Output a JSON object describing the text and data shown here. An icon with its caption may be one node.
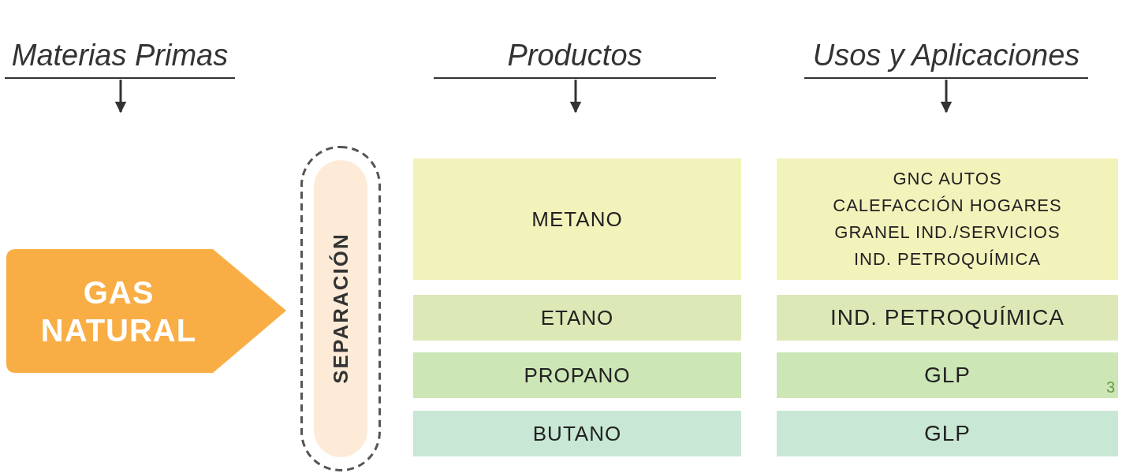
{
  "diagram": {
    "nodes": [
      {
        "text": [
          "Materias Primas"
        ]
      },
      {
        "text": [
          "Productos"
        ]
      },
      {
        "text": [
          "Usos y Aplicaciones"
        ]
      },
      {
        "text": [
          "GAS NATURAL"
        ]
      },
      {
        "text": [
          "SEPARACIÓN"
        ]
      },
      {
        "text": [
          "METANO"
        ]
      },
      {
        "text": [
          "GNC AUTOS",
          "CALEFACCIÓN HOGARES",
          "GRANEL IND./SERVICIOS",
          "IND. PETROQUÍMICA"
        ]
      },
      {
        "text": [
          "ETANO"
        ]
      },
      {
        "text": [
          "IND. PETROQUÍMICA"
        ]
      },
      {
        "text": [
          "PROPANO"
        ]
      },
      {
        "text": [
          "GLP"
        ]
      },
      {
        "text": [
          "BUTANO"
        ]
      },
      {
        "text": [
          "GLP"
        ]
      }
    ],
    "edges": [
      {
        "from": 0,
        "to": null,
        "arrow": "to"
      },
      {
        "from": 1,
        "to": null,
        "arrow": "to"
      },
      {
        "from": 2,
        "to": null,
        "arrow": "to"
      }
    ],
    "labels": [
      "3"
    ]
  }
}
